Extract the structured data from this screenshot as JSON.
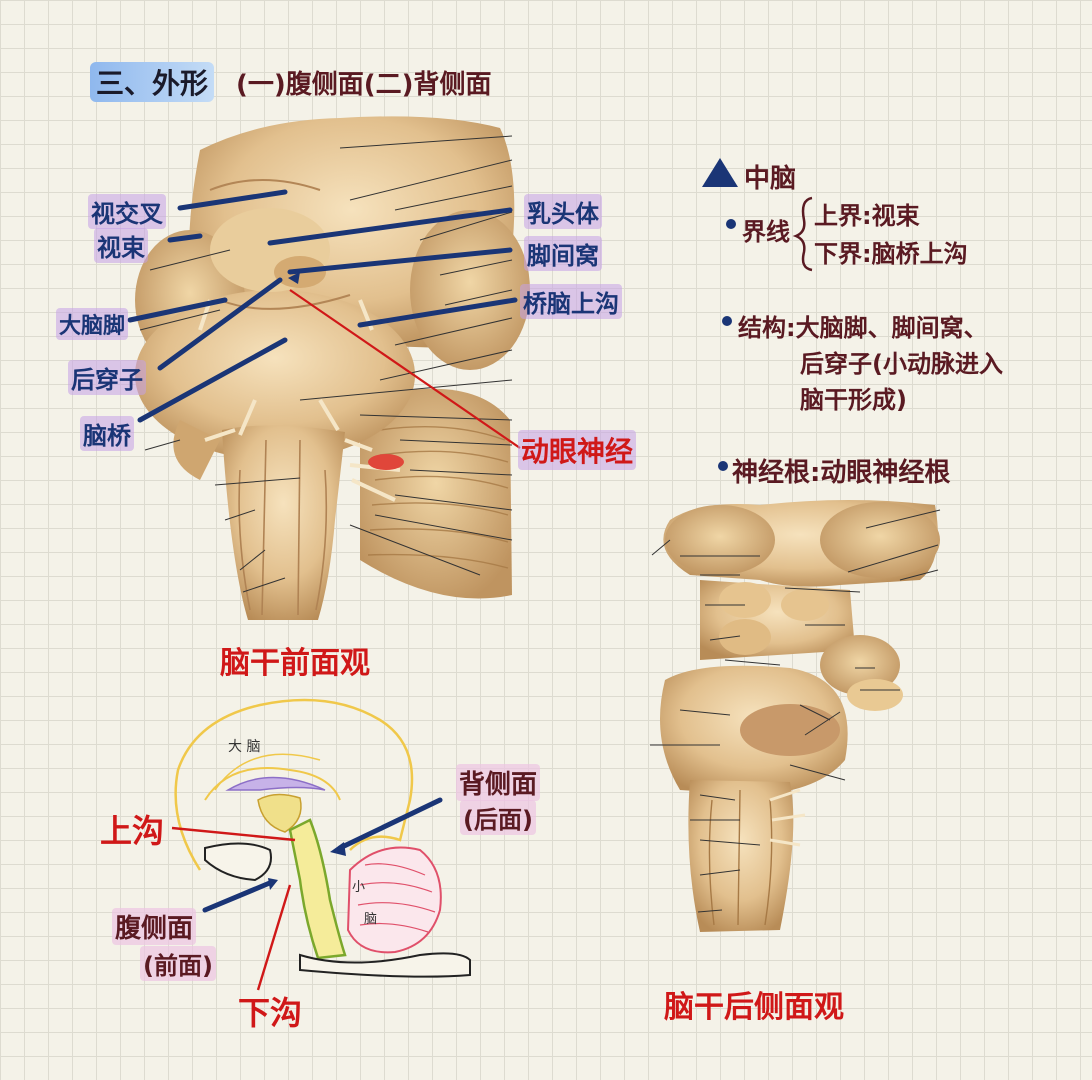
{
  "header": {
    "section": "三、外形",
    "subtitle": "(一)腹侧面(二)背侧面"
  },
  "front_view": {
    "caption": "脑干前面观",
    "labels_left": [
      "视交叉",
      "视束",
      "大脑脚",
      "后穿子",
      "脑桥"
    ],
    "labels_right": [
      "乳头体",
      "脚间窝",
      "桥脑上沟"
    ],
    "label_red": "动眼神经"
  },
  "notes": {
    "heading": "中脑",
    "boundary_label": "界线",
    "upper_bound": "上界:视束",
    "lower_bound": "下界:脑桥上沟",
    "structure_line1": "结构:大脑脚、脚间窝、",
    "structure_line2": "后穿子(小动脉进入",
    "structure_line3": "脑干形成)",
    "nerve_root": "神经根:动眼神经根"
  },
  "back_view": {
    "caption": "脑干后侧面观"
  },
  "sketch": {
    "cerebrum": "大  脑",
    "cerebellum_1": "小",
    "cerebellum_2": "脑",
    "upper_groove": "上沟",
    "lower_groove": "下沟",
    "ventral_1": "腹侧面",
    "ventral_2": "(前面)",
    "dorsal_1": "背侧面",
    "dorsal_2": "(后面)"
  },
  "colors": {
    "navy": "#1a3576",
    "red": "#d01818",
    "maroon": "#5a1a22",
    "tan": "#e2c08e"
  }
}
